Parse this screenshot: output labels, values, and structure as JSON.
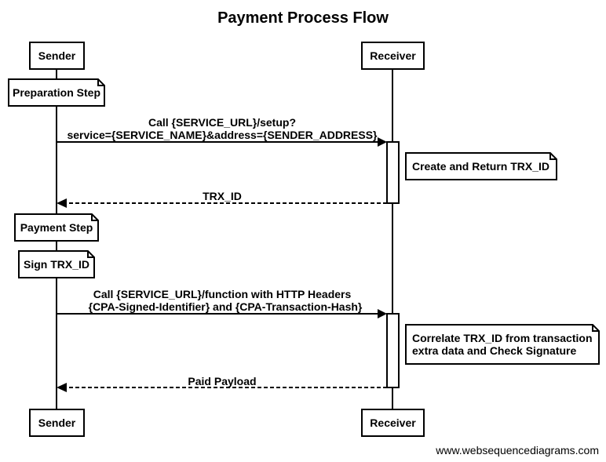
{
  "diagram": {
    "title": "Payment Process Flow",
    "participants": {
      "sender": "Sender",
      "receiver": "Receiver"
    },
    "notes": {
      "preparation": "Preparation Step",
      "create_return": "Create and Return TRX_ID",
      "payment": "Payment Step",
      "sign": "Sign TRX_ID",
      "correlate_line1": "Correlate TRX_ID from transaction",
      "correlate_line2": "extra data and Check Signature"
    },
    "messages": {
      "setup_line1": "Call {SERVICE_URL}/setup?",
      "setup_line2": "service={SERVICE_NAME}&address={SENDER_ADDRESS}",
      "trx_id": "TRX_ID",
      "function_line1": "Call {SERVICE_URL}/function with HTTP Headers",
      "function_line2": "{CPA-Signed-Identifier} and {CPA-Transaction-Hash}",
      "paid_payload": "Paid Payload"
    },
    "watermark": "www.websequencediagrams.com"
  }
}
